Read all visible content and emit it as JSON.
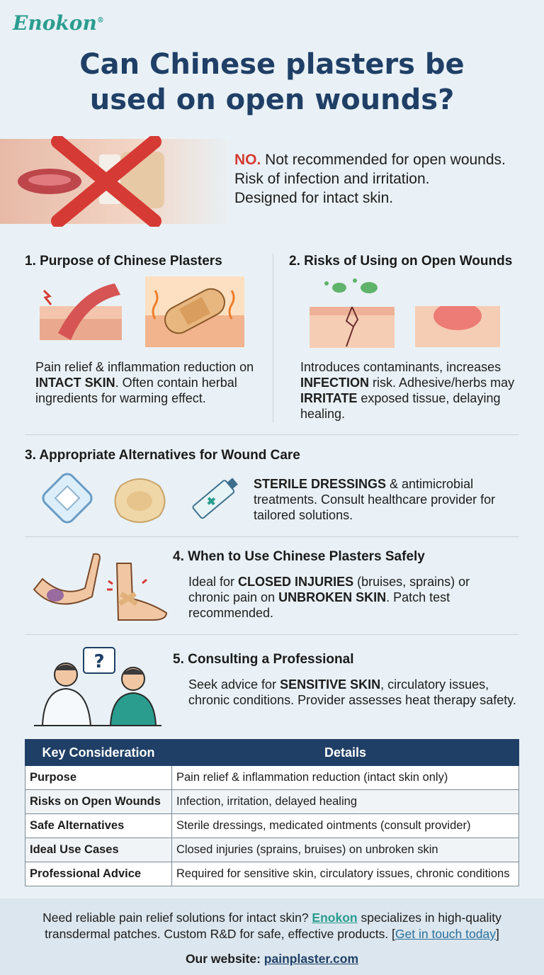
{
  "brand": {
    "name": "Enokon",
    "mark": "®"
  },
  "title_line1": "Can Chinese plasters be",
  "title_line2": "used on open wounds?",
  "hero": {
    "no": "NO.",
    "line1_rest": " Not recommended for open wounds.",
    "line2": "Risk of infection and irritation.",
    "line3": "Designed for intact skin."
  },
  "sections": {
    "s1": {
      "title": "1. Purpose of Chinese Plasters",
      "t1": "Pain relief & inflammation reduction on ",
      "b1": "INTACT SKIN",
      "t2": ". Often contain herbal ingredients for warming effect."
    },
    "s2": {
      "title": "2. Risks of Using on Open Wounds",
      "t1": "Introduces contaminants, increases ",
      "b1": "INFECTION",
      "t2": " risk. Adhesive/herbs may ",
      "b2": "IRRITATE",
      "t3": " exposed tissue, delaying healing."
    },
    "s3": {
      "title": "3. Appropriate Alternatives for Wound Care",
      "b1": "STERILE DRESSINGS",
      "t1": " & antimicrobial treatments. Consult healthcare provider for tailored solutions."
    },
    "s4": {
      "title": "4. When to Use Chinese Plasters Safely",
      "t1": "Ideal for ",
      "b1": "CLOSED INJURIES",
      "t2": " (bruises, sprains) or chronic pain on ",
      "b2": "UNBROKEN SKIN",
      "t3": ". Patch test recommended."
    },
    "s5": {
      "title": "5. Consulting a Professional",
      "t1": "Seek advice for ",
      "b1": "SENSITIVE SKIN",
      "t2": ", circulatory issues, chronic conditions. Provider assesses heat therapy safety."
    }
  },
  "table": {
    "headers": [
      "Key Consideration",
      "Details"
    ],
    "rows": [
      {
        "key": "Purpose",
        "detail": "Pain relief & inflammation reduction (intact skin only)"
      },
      {
        "key": "Risks on Open Wounds",
        "detail": "Infection, irritation, delayed healing"
      },
      {
        "key": "Safe Alternatives",
        "detail": "Sterile dressings, medicated ointments (consult provider)"
      },
      {
        "key": "Ideal Use Cases",
        "detail": "Closed injuries (sprains, bruises) on unbroken skin"
      },
      {
        "key": "Professional Advice",
        "detail": "Required for sensitive skin, circulatory issues, chronic conditions"
      }
    ]
  },
  "footer": {
    "t1": "Need reliable pain relief solutions for intact skin? ",
    "brand": "Enokon",
    "t2": " specializes in high-quality",
    "t3": "transdermal patches. Custom R&D for safe, effective products. [",
    "cta": "Get in touch today",
    "t4": "]",
    "site_label": "Our website: ",
    "site": "painplaster.com"
  },
  "colors": {
    "navy": "#1f3f66",
    "teal": "#2a9d8f",
    "red": "#d63a34"
  },
  "icons": [
    "red-x-icon",
    "inflamed-muscle-icon",
    "warming-bandage-icon",
    "bacteria-icon",
    "wound-skin-icon",
    "red-skin-icon",
    "sterile-dressing-icon",
    "hydrocolloid-icon",
    "ointment-tube-icon",
    "bruised-arm-icon",
    "taped-foot-icon",
    "doctor-patient-icon"
  ]
}
